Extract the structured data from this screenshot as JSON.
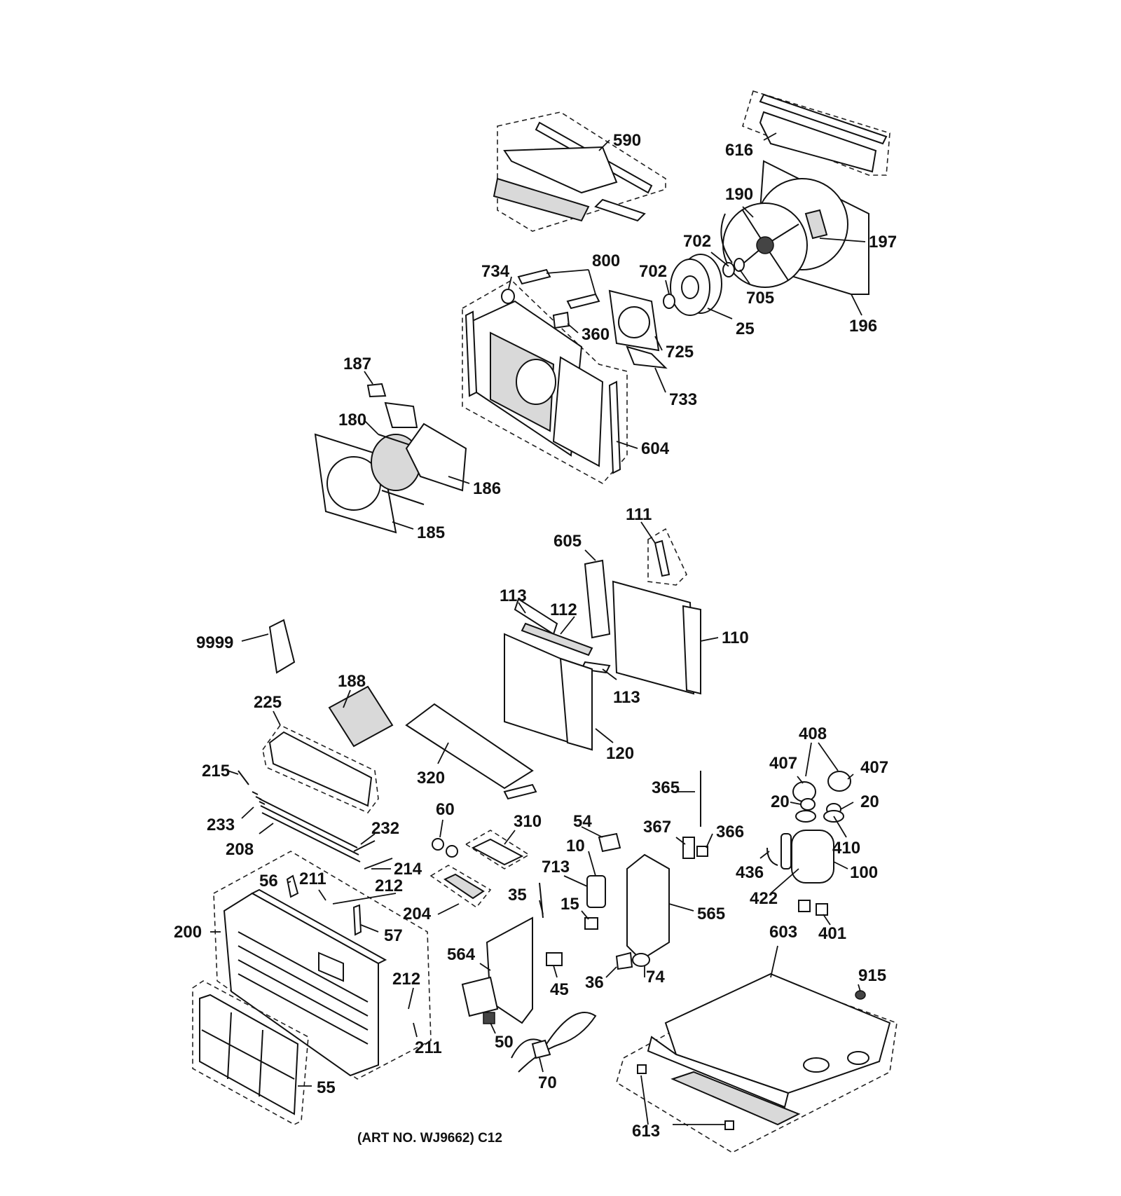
{
  "caption": "(ART NO. WJ9662) C12",
  "part_numbers": [
    "590",
    "616",
    "190",
    "197",
    "702",
    "705",
    "25",
    "196",
    "734",
    "800",
    "702",
    "360",
    "725",
    "733",
    "187",
    "180",
    "186",
    "185",
    "604",
    "111",
    "605",
    "113",
    "112",
    "110",
    "113",
    "120",
    "9999",
    "188",
    "225",
    "320",
    "215",
    "233",
    "208",
    "232",
    "214",
    "60",
    "310",
    "54",
    "10",
    "713",
    "35",
    "15",
    "365",
    "367",
    "366",
    "408",
    "407",
    "407",
    "20",
    "20",
    "410",
    "436",
    "100",
    "422",
    "401",
    "565",
    "56",
    "211",
    "212",
    "200",
    "57",
    "204",
    "564",
    "45",
    "36",
    "74",
    "603",
    "915",
    "212",
    "211",
    "55",
    "50",
    "70",
    "613"
  ],
  "colors": {
    "ink": "#111111",
    "paper": "#ffffff",
    "fill_gray": "#d9d9d9"
  }
}
